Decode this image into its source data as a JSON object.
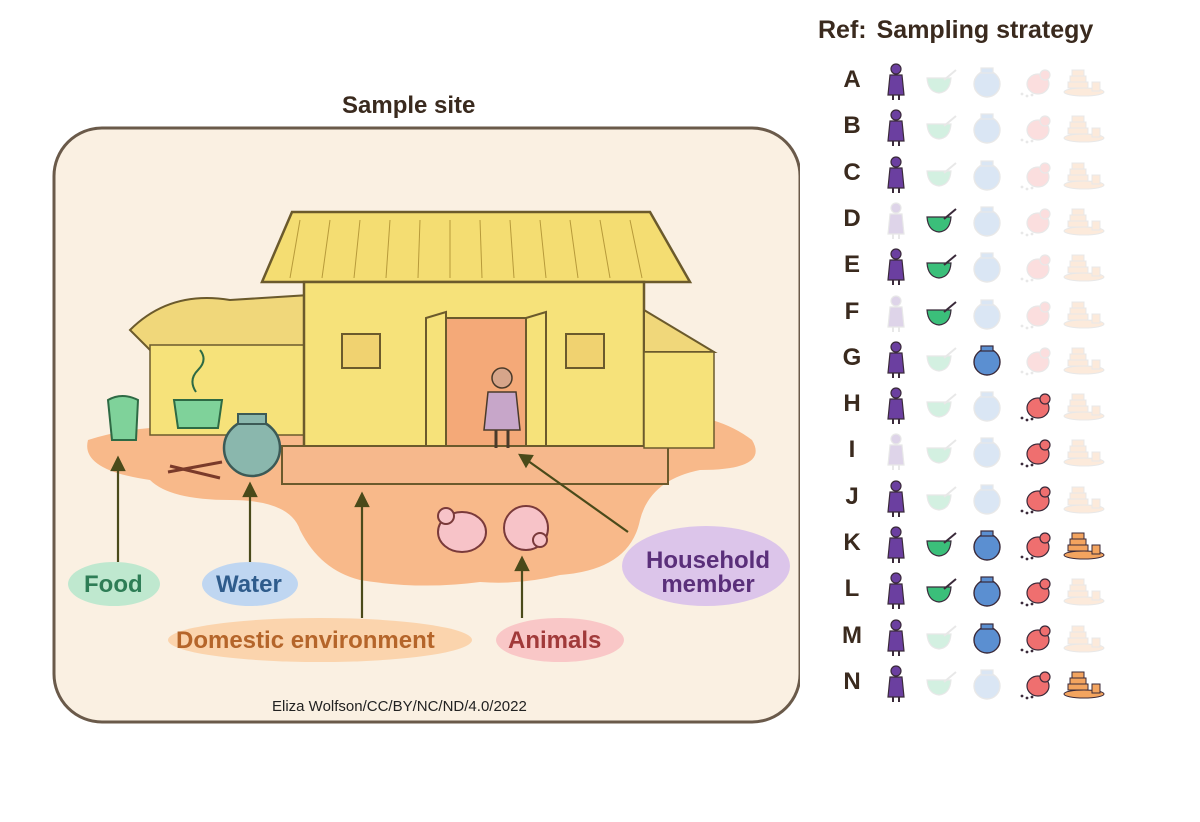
{
  "site_title": "Sample site",
  "credit": "Eliza Wolfson/CC/BY/NC/ND/4.0/2022",
  "labels": {
    "food": "Food",
    "water": "Water",
    "domestic": "Domestic environment",
    "animals": "Animals",
    "household_line1": "Household",
    "household_line2": "member"
  },
  "table_header": {
    "ref": "Ref:",
    "strategy": "Sampling strategy"
  },
  "columns": [
    "Household member",
    "Food",
    "Water",
    "Animals",
    "Domestic environment"
  ],
  "rows": [
    {
      "ref": "A",
      "sampled": [
        true,
        false,
        false,
        false,
        false
      ]
    },
    {
      "ref": "B",
      "sampled": [
        true,
        false,
        false,
        false,
        false
      ]
    },
    {
      "ref": "C",
      "sampled": [
        true,
        false,
        false,
        false,
        false
      ]
    },
    {
      "ref": "D",
      "sampled": [
        false,
        true,
        false,
        false,
        false
      ]
    },
    {
      "ref": "E",
      "sampled": [
        true,
        true,
        false,
        false,
        false
      ]
    },
    {
      "ref": "F",
      "sampled": [
        false,
        true,
        false,
        false,
        false
      ]
    },
    {
      "ref": "G",
      "sampled": [
        true,
        false,
        true,
        false,
        false
      ]
    },
    {
      "ref": "H",
      "sampled": [
        true,
        false,
        false,
        true,
        false
      ]
    },
    {
      "ref": "I",
      "sampled": [
        false,
        false,
        false,
        true,
        false
      ]
    },
    {
      "ref": "J",
      "sampled": [
        true,
        false,
        false,
        true,
        false
      ]
    },
    {
      "ref": "K",
      "sampled": [
        true,
        true,
        true,
        true,
        true
      ]
    },
    {
      "ref": "L",
      "sampled": [
        true,
        true,
        true,
        true,
        false
      ]
    },
    {
      "ref": "M",
      "sampled": [
        true,
        false,
        true,
        true,
        false
      ]
    },
    {
      "ref": "N",
      "sampled": [
        true,
        false,
        false,
        true,
        true
      ]
    }
  ],
  "colors": {
    "person": "#6b3fa0",
    "food": "#3bbf7a",
    "water": "#5b8fd1",
    "animal": "#ef6f6f",
    "domestic": "#f3a45f",
    "house": "#f6e27a",
    "ground": "#f8b98a"
  },
  "icons": [
    "person-icon",
    "bowl-icon",
    "water-pot-icon",
    "chicken-icon",
    "dishes-icon"
  ]
}
